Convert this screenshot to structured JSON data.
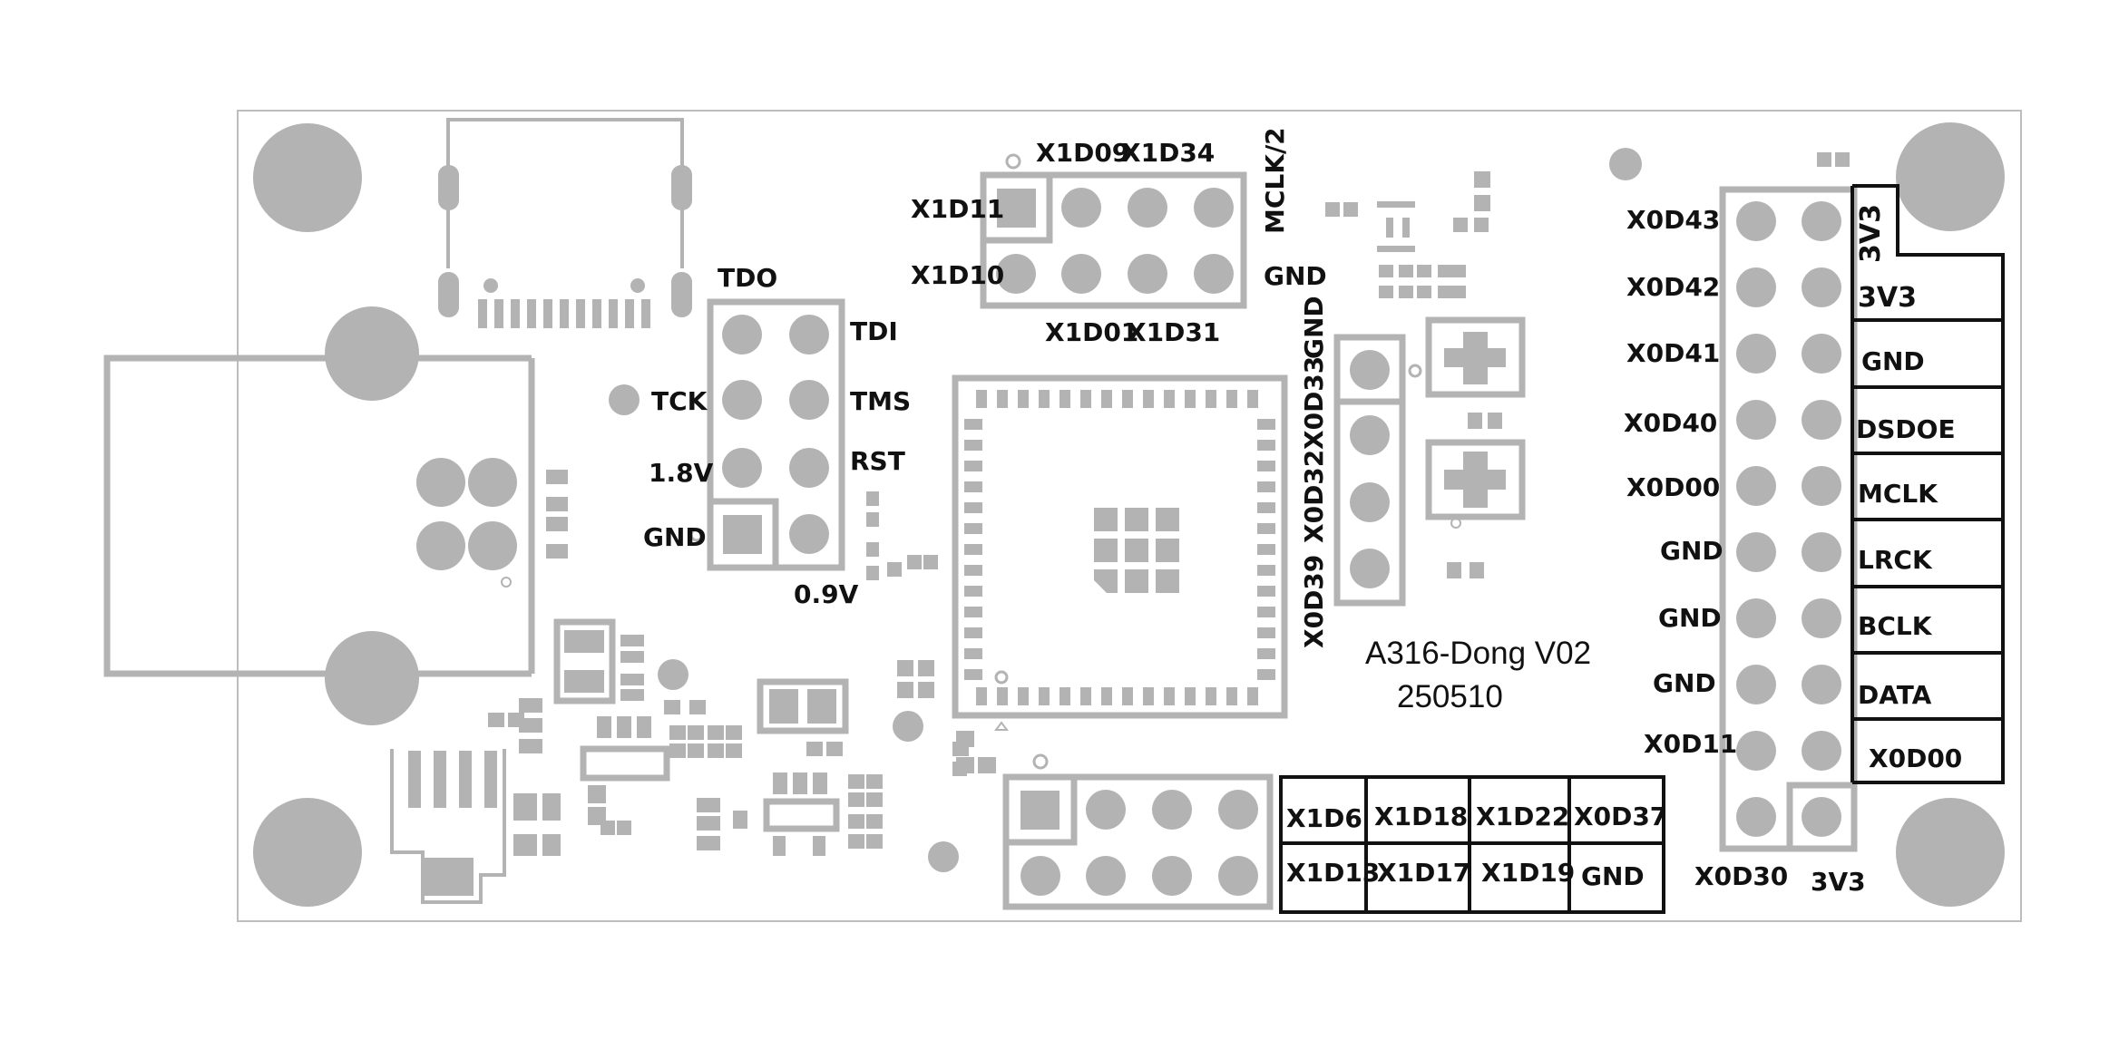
{
  "board": {
    "name": "A316-Dong V02",
    "date": "250510"
  },
  "jtag": {
    "tdo": "TDO",
    "tdi": "TDI",
    "tck": "TCK",
    "tms": "TMS",
    "v18": "1.8V",
    "rst": "RST",
    "gnd": "GND",
    "v09": "0.9V"
  },
  "x1_header": {
    "x1d09": "X1D09",
    "x1d34": "X1D34",
    "mclk2": "MCLK/2",
    "x1d11": "X1D11",
    "x1d10": "X1D10",
    "gnd": "GND",
    "x1d01": "X1D01",
    "x1d31": "X1D31"
  },
  "x0_header": {
    "gnd": "GND",
    "x0d33": "X0D33",
    "x0d32": "X0D32",
    "x0d39": "X0D39"
  },
  "bottom_table": {
    "row1": [
      "X1D6",
      "X1D18",
      "X1D22",
      "X0D37"
    ],
    "row2": [
      "X1D13",
      "X1D17",
      "X1D19",
      "GND"
    ]
  },
  "right_header": {
    "left_labels": [
      "X0D43",
      "X0D42",
      "X0D41",
      "X0D40",
      "X0D00",
      "GND",
      "GND",
      "GND",
      "X0D11"
    ],
    "x0d30": "X0D30",
    "v3v3_bottom": "3V3",
    "table_labels": [
      "3V3",
      "3V3",
      "GND",
      "DSDOE",
      "MCLK",
      "LRCK",
      "BCLK",
      "DATA",
      "X0D00"
    ]
  }
}
